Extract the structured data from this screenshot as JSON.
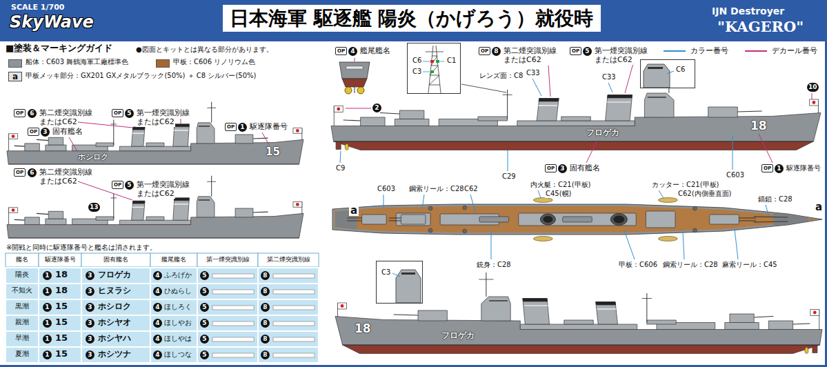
{
  "diagram": {
    "title": "日本海軍 駆逐艦 陽炎（かげろう）就役時",
    "nodes": [
      {
        "text": [
          "SCALE 1/700",
          "SkyWave",
          "IJN Destroyer",
          "\"KAGERO\""
        ]
      },
      {
        "text": [
          "C6",
          "C3",
          "C1"
        ]
      },
      {
        "text": [
          "C6"
        ]
      },
      {
        "text": [
          "C3"
        ]
      }
    ],
    "labels": [
      "■塗装＆マーキングガイド",
      "●図面とキットとは異なる部分があります。",
      "a",
      "OP",
      "6",
      "第二煙突識別線",
      "またはC62",
      "OP",
      "5",
      "第一煙突識別線",
      "またはC62",
      "OP",
      "3",
      "固有艦名",
      "OP",
      "1",
      "駆逐隊番号",
      "15",
      "ホシロク",
      "OP",
      "6",
      "第二煙突識別線",
      "またはC62",
      "OP",
      "5",
      "第一煙突識別線",
      "またはC62",
      "13",
      "※開戦と同時に駆逐隊番号と艦名は消されます。",
      "OP",
      "4",
      "艦尾艦名",
      "OP",
      "8",
      "第二煙突識別線",
      "またはC62",
      "OP",
      "5",
      "第一煙突識別線",
      "またはC62",
      "レンズ面：C8",
      "C33",
      "C33",
      "10",
      "2",
      "18",
      "フロゲカ",
      "C9",
      "C29",
      "OP",
      "3",
      "固有艦名",
      "C603",
      "OP",
      "1",
      "駆逐隊番号",
      "a",
      "C603",
      "鋼索リール：C28",
      "C62",
      "内火艇：C21(甲板)",
      "C45(幌)",
      "カッター：C21(甲板)",
      "C62(内側垂直面)",
      "錨鎖：C28",
      "a",
      "銃身：C28",
      "甲板：C606",
      "鋼索リール：C28",
      "麻索リール：C45",
      "18",
      "フロゲカ",
      "艦名",
      "駆逐隊番号",
      "固有艦名",
      "艦尾艦名",
      "第一煙突識別線",
      "第二煙突識別線",
      "陽炎",
      "1",
      "18",
      "3",
      "フロゲカ",
      "4",
      "ふろげか",
      "5",
      "8",
      "不知火",
      "1",
      "18",
      "3",
      "ヒヌラシ",
      "4",
      "ひぬらし",
      "5",
      "8",
      "黒潮",
      "1",
      "15",
      "3",
      "ホシロク",
      "4",
      "ほしろく",
      "5",
      "8",
      "親潮",
      "1",
      "15",
      "3",
      "ホシヤオ",
      "4",
      "ほしやお",
      "5",
      "8",
      "早潮",
      "1",
      "15",
      "3",
      "ホシヤハ",
      "4",
      "ほしやは",
      "5",
      "8",
      "夏潮",
      "1",
      "15",
      "3",
      "ホシツナ",
      "4",
      "ほしつな",
      "5",
      "8"
    ],
    "legend": [
      {
        "text": "船体：C603 舞鶴海軍工廠標準色",
        "color": "#8f9499"
      },
      {
        "text": "甲板：C606 リノリウム色",
        "color": "#a5672f"
      },
      {
        "text": "甲板メッキ部分：GX201 GXメタルブラック(50%) ＋ C8 シルバー(50%)"
      },
      {
        "text": "カラー番号"
      },
      {
        "text": "デカール番号"
      }
    ]
  }
}
